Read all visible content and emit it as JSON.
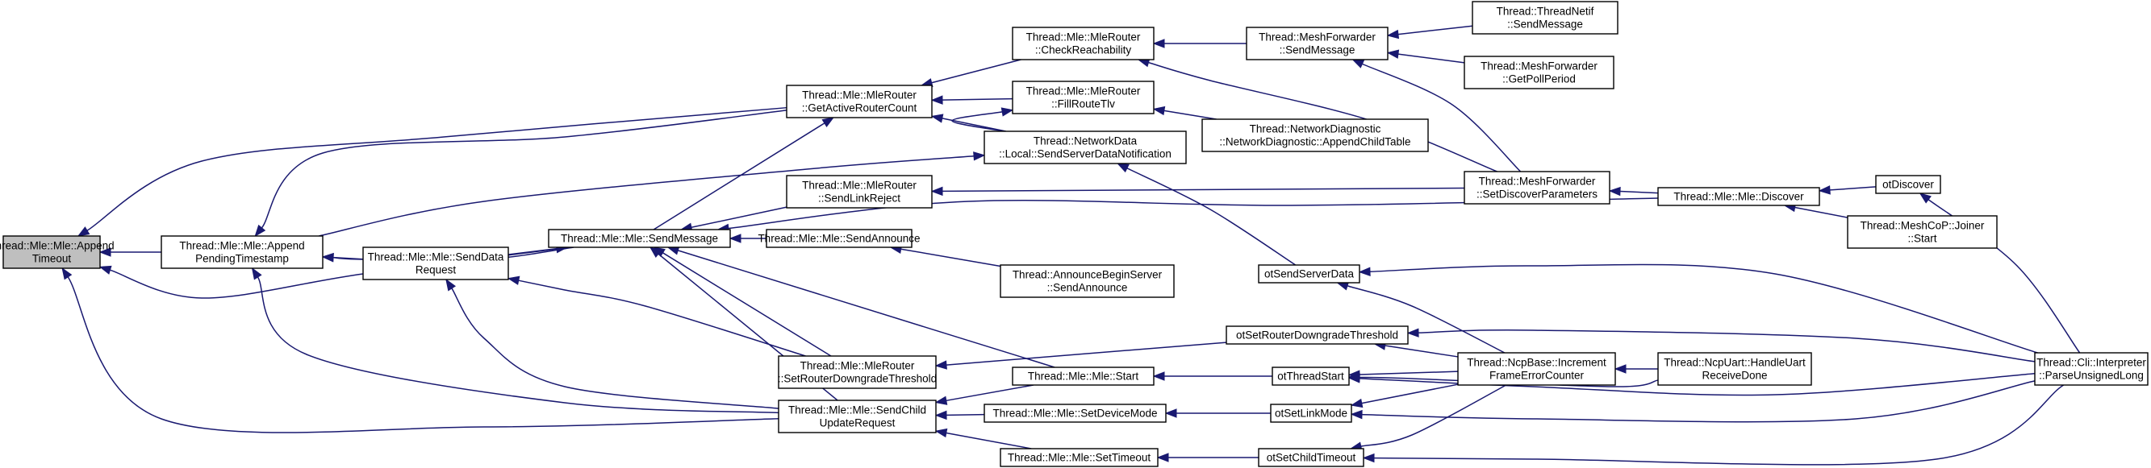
{
  "diagram": {
    "edge_color": "#191970",
    "root_fill": "#bfbfbf",
    "nodes": [
      {
        "id": "n0",
        "lines": [
          "Thread::Mle::Mle::Append",
          "Timeout"
        ]
      },
      {
        "id": "n1",
        "lines": [
          "Thread::Mle::Mle::Append",
          "PendingTimestamp"
        ]
      },
      {
        "id": "n2",
        "lines": [
          "Thread::Mle::MleRouter",
          "::GetActiveRouterCount"
        ]
      },
      {
        "id": "n3",
        "lines": [
          "Thread::Mle::Mle::SendMessage"
        ]
      },
      {
        "id": "n4",
        "lines": [
          "Thread::Mle::Mle::SendData",
          "Request"
        ]
      },
      {
        "id": "n5",
        "lines": [
          "Thread::Mle::Mle::SendChild",
          "UpdateRequest"
        ]
      },
      {
        "id": "n6",
        "lines": [
          "Thread::Mle::MleRouter",
          "::CheckReachability"
        ]
      },
      {
        "id": "n7",
        "lines": [
          "Thread::Mle::MleRouter",
          "::FillRouteTlv"
        ]
      },
      {
        "id": "n8",
        "lines": [
          "Thread::NetworkData",
          "::Local::SendServerDataNotification"
        ]
      },
      {
        "id": "n9",
        "lines": [
          "Thread::Mle::MleRouter",
          "::SendLinkReject"
        ]
      },
      {
        "id": "n10",
        "lines": [
          "Thread::Mle::Mle::SendAnnounce"
        ]
      },
      {
        "id": "n11",
        "lines": [
          "Thread::Mle::MleRouter",
          "::SetRouterDowngradeThreshold"
        ]
      },
      {
        "id": "n12",
        "lines": [
          "Thread::Mle::Mle::Start"
        ]
      },
      {
        "id": "n13",
        "lines": [
          "Thread::Mle::Mle::SetDeviceMode"
        ]
      },
      {
        "id": "n14",
        "lines": [
          "Thread::Mle::Mle::SetTimeout"
        ]
      },
      {
        "id": "n15",
        "lines": [
          "Thread::MeshForwarder",
          "::SendMessage"
        ]
      },
      {
        "id": "n16",
        "lines": [
          "Thread::NetworkDiagnostic",
          "::NetworkDiagnostic::AppendChildTable"
        ]
      },
      {
        "id": "n17",
        "lines": [
          "Thread::AnnounceBeginServer",
          "::SendAnnounce"
        ]
      },
      {
        "id": "n18",
        "lines": [
          "otSendServerData"
        ]
      },
      {
        "id": "n19",
        "lines": [
          "otSetRouterDowngradeThreshold"
        ]
      },
      {
        "id": "n20",
        "lines": [
          "otThreadStart"
        ]
      },
      {
        "id": "n21",
        "lines": [
          "otSetLinkMode"
        ]
      },
      {
        "id": "n22",
        "lines": [
          "otSetChildTimeout"
        ]
      },
      {
        "id": "n23",
        "lines": [
          "Thread::ThreadNetif",
          "::SendMessage"
        ]
      },
      {
        "id": "n24",
        "lines": [
          "Thread::MeshForwarder",
          "::GetPollPeriod"
        ]
      },
      {
        "id": "n25",
        "lines": [
          "Thread::MeshForwarder",
          "::SetDiscoverParameters"
        ]
      },
      {
        "id": "n26",
        "lines": [
          "Thread::NcpBase::Increment",
          "FrameErrorCounter"
        ]
      },
      {
        "id": "n27",
        "lines": [
          "Thread::Mle::Mle::Discover"
        ]
      },
      {
        "id": "n28",
        "lines": [
          "Thread::NcpUart::HandleUart",
          "ReceiveDone"
        ]
      },
      {
        "id": "n29",
        "lines": [
          "otDiscover"
        ]
      },
      {
        "id": "n30",
        "lines": [
          "Thread::MeshCoP::Joiner",
          "::Start"
        ]
      },
      {
        "id": "n31",
        "lines": [
          "Thread::Cli::Interpreter",
          "::ParseUnsignedLong"
        ]
      }
    ]
  }
}
